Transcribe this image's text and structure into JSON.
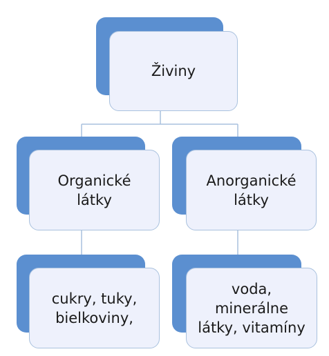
{
  "diagram": {
    "root": {
      "label": "Živiny"
    },
    "left_branch": {
      "label": "Organické\nlátky"
    },
    "right_branch": {
      "label": "Anorganické\nlátky"
    },
    "left_leaf": {
      "label": "cukry, tuky,\nbielkoviny,"
    },
    "right_leaf": {
      "label": "voda,\nminerálne\nlátky, vitamíny"
    }
  },
  "colors": {
    "shadow": "#5b8fd0",
    "box_fill": "#eef1fc",
    "box_border": "#a9c1de",
    "connector": "#a9c1de"
  }
}
